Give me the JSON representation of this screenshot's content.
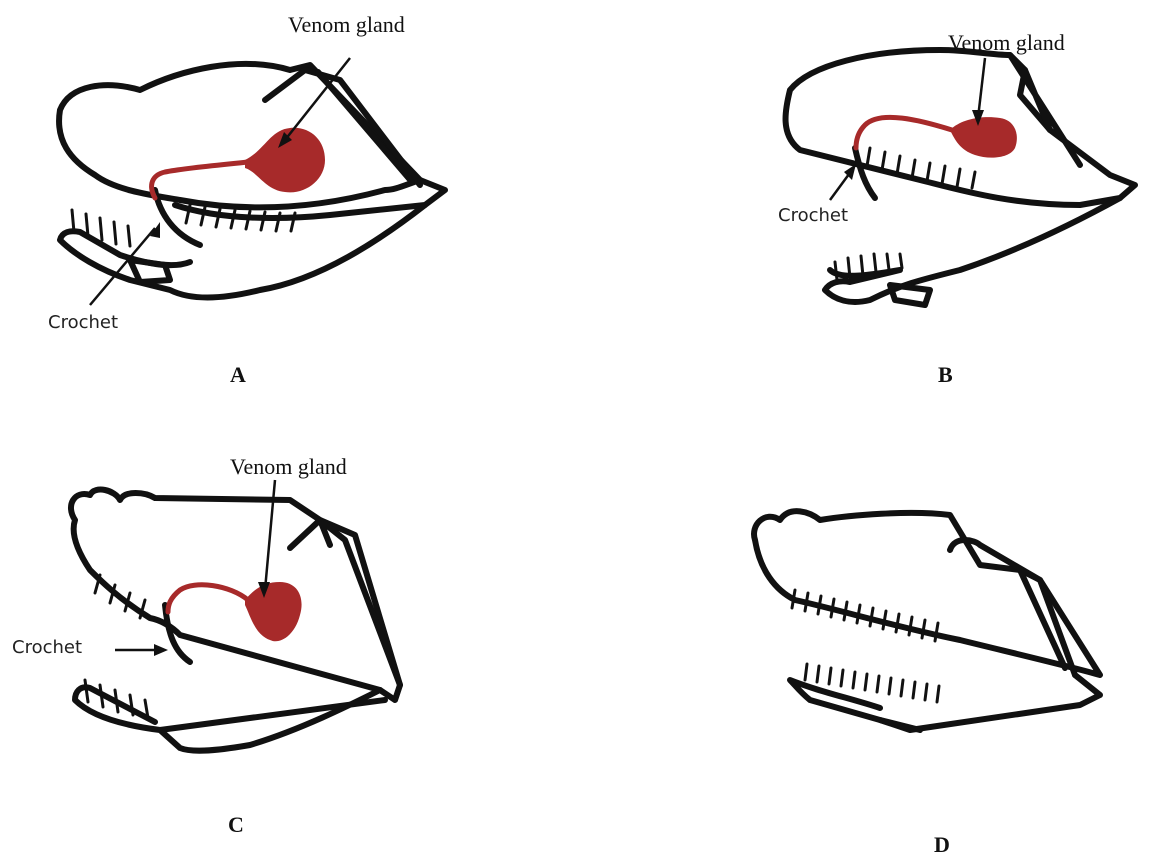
{
  "panels": [
    {
      "id": "A",
      "letter": "A",
      "gland_label": "Venom gland",
      "fang_label": "Crochet"
    },
    {
      "id": "B",
      "letter": "B",
      "gland_label": "Venom gland",
      "fang_label": "Crochet"
    },
    {
      "id": "C",
      "letter": "C",
      "gland_label": "Venom gland",
      "fang_label": "Crochet"
    },
    {
      "id": "D",
      "letter": "D"
    }
  ],
  "colors": {
    "gland": "#a72a2a",
    "outline": "#111111"
  }
}
